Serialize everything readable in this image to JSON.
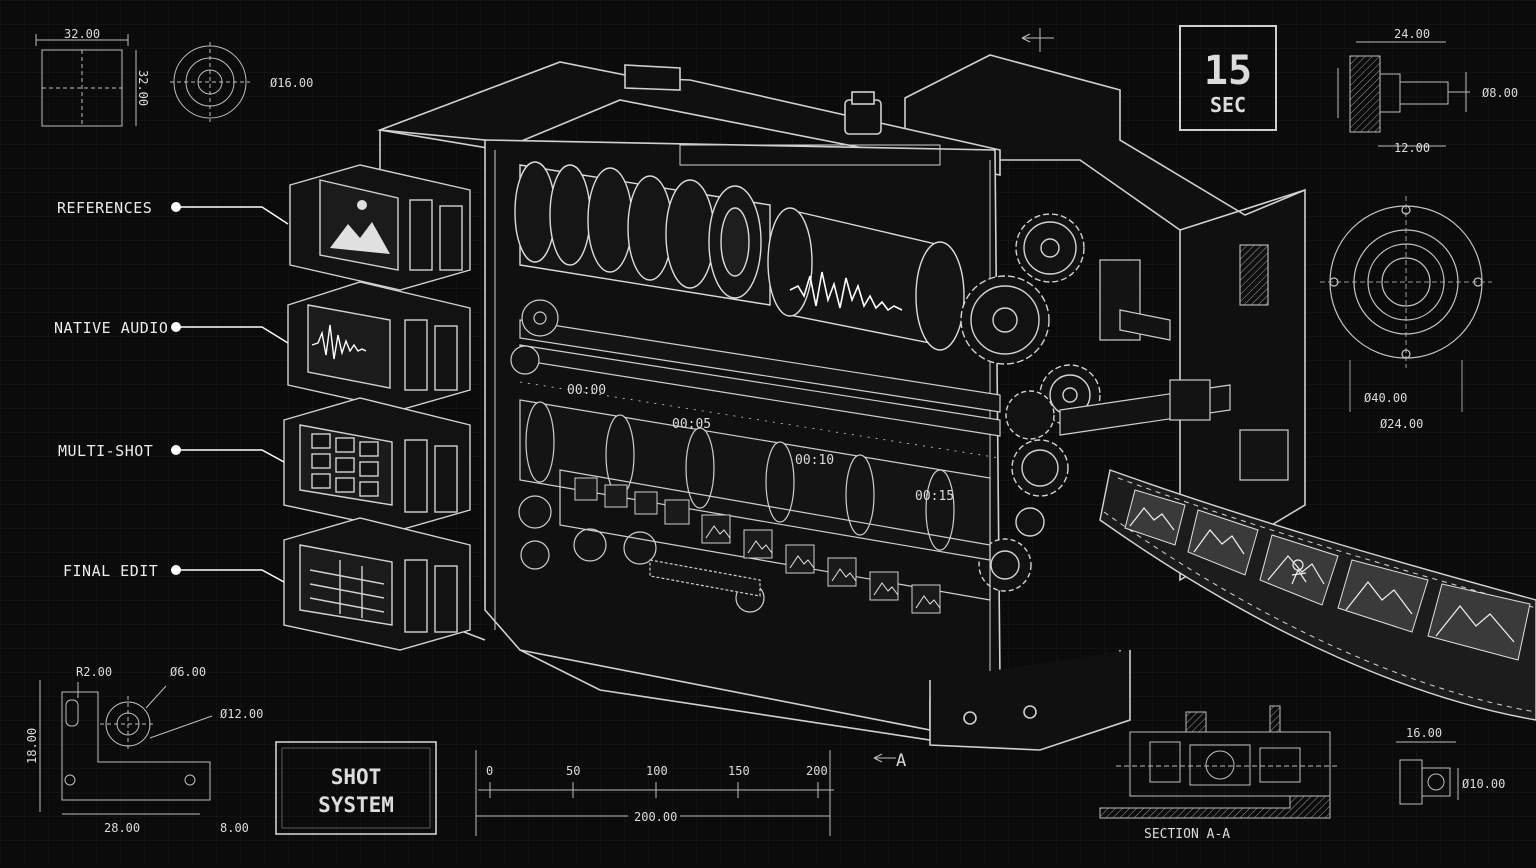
{
  "callouts": [
    "REFERENCES",
    "NATIVE AUDIO",
    "MULTI-SHOT",
    "FINAL EDIT"
  ],
  "badge": {
    "number": "15",
    "unit": "SEC"
  },
  "title_box": {
    "line1": "SHOT",
    "line2": "SYSTEM"
  },
  "timeline_marks": [
    "00:00",
    "00:05",
    "00:10",
    "00:15"
  ],
  "ruler": {
    "ticks": [
      "0",
      "50",
      "100",
      "150",
      "200"
    ],
    "total": "200.00"
  },
  "section": {
    "label": "SECTION A-A",
    "marker": "A"
  },
  "dims_top_left": {
    "width": "32.00",
    "height": "32.00",
    "diameter": "Ø16.00"
  },
  "dims_top_right": {
    "top": "24.00",
    "bottom": "12.00",
    "diameter": "Ø8.00"
  },
  "dims_right_flange": {
    "outer": "Ø40.00",
    "inner": "Ø24.00"
  },
  "dims_bottom_left": {
    "radius": "R2.00",
    "d_small": "Ø6.00",
    "d_large": "Ø12.00",
    "height": "18.00",
    "width": "28.00",
    "offset": "8.00"
  },
  "dims_bottom_right": {
    "width": "16.00",
    "diameter": "Ø10.00"
  },
  "colors": {
    "background": "#0b0b0b",
    "line": "#d0d0d0",
    "grid": "#1a1a1a"
  }
}
